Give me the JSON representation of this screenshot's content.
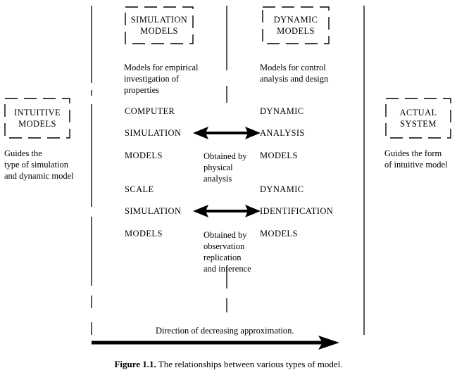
{
  "boxes": {
    "simulation": [
      "SIMULATION",
      "MODELS"
    ],
    "dynamic": [
      "DYNAMIC",
      "MODELS"
    ],
    "intuitive": [
      "INTUITIVE",
      "MODELS"
    ],
    "actual": [
      "ACTUAL",
      "SYSTEM"
    ]
  },
  "descriptions": {
    "simulation": [
      "Models for empirical",
      "investigation of",
      "properties"
    ],
    "dynamic": [
      "Models for control",
      "analysis and design"
    ],
    "intuitive": [
      "Guides the",
      "type of simulation",
      "and dynamic model"
    ],
    "actual": [
      "Guides the form",
      "of intuitive model"
    ]
  },
  "left_column": {
    "computer": [
      "COMPUTER",
      "SIMULATION",
      "MODELS"
    ],
    "scale": [
      "SCALE",
      "SIMULATION",
      "MODELS"
    ]
  },
  "right_column": {
    "analysis": [
      "DYNAMIC",
      "ANALYSIS",
      "MODELS"
    ],
    "identification": [
      "DYNAMIC",
      "IDENTIFICATION",
      "MODELS"
    ]
  },
  "arrow_notes": {
    "physical": [
      "Obtained by",
      "physical",
      "analysis"
    ],
    "observation": [
      "Obtained by",
      "observation",
      "replication",
      "and inference"
    ]
  },
  "direction_label": "Direction of decreasing approximation.",
  "caption": {
    "label": "Figure 1.1.",
    "text": "The relationships between various types of model."
  }
}
